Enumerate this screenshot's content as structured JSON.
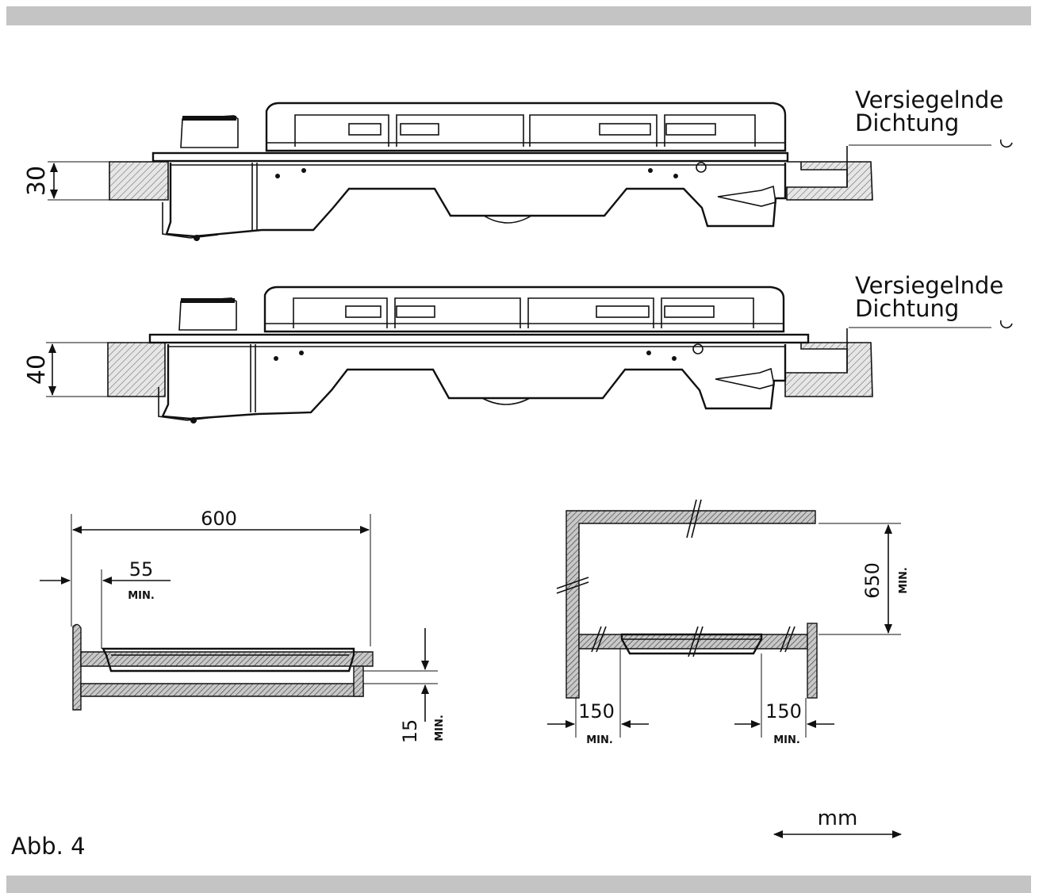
{
  "labels": {
    "gasket_top_line1": "Versiegelnde",
    "gasket_top_line2": "Dichtung",
    "gasket_bottom_line1": "Versiegelnde",
    "gasket_bottom_line2": "Dichtung",
    "worktop_30": "30",
    "worktop_40": "40",
    "width_600": "600",
    "offset_55": "55",
    "offset_55_min": "MIN.",
    "gap_15": "15",
    "gap_15_min": "MIN.",
    "height_650": "650",
    "height_650_min": "MIN.",
    "side_150_left": "150",
    "side_150_left_min": "MIN.",
    "side_150_right": "150",
    "side_150_right_min": "MIN.",
    "figure_label": "Abb. 4",
    "unit_label": "mm"
  },
  "colors": {
    "band": "#c4c4c4",
    "ink": "#111111",
    "hatch_fill": "#d9d9d9"
  }
}
